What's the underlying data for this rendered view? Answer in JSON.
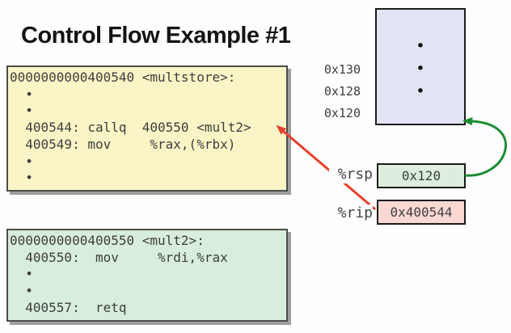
{
  "title": "Control Flow Example #1",
  "code": {
    "multstore": "0000000000400540 <multstore>:\n  •\n  •\n  400544: callq  400550 <mult2>\n  400549: mov     %rax,(%rbx)\n  •\n  •",
    "mult2": "0000000000400550 <mult2>:\n  400550:  mov     %rdi,%rax\n  •\n  •\n  400557:  retq"
  },
  "stack": {
    "addresses": [
      "0x130",
      "0x128",
      "0x120"
    ],
    "dots": [
      "•",
      "•",
      "•"
    ]
  },
  "registers": {
    "rsp": {
      "label": "%rsp",
      "value": "0x120"
    },
    "rip": {
      "label": "%rip",
      "value": "0x400544"
    }
  },
  "colors": {
    "multstore_box_bg": "#f9f5c6",
    "mult2_box_bg": "#d8eddb",
    "stack_box_bg": "#e2e3f3",
    "rsp_value_bg": "#ddeede",
    "rip_value_bg": "#fbd8d3",
    "rip_arrow": "#e8402a",
    "rsp_arrow": "#1d8c35"
  }
}
